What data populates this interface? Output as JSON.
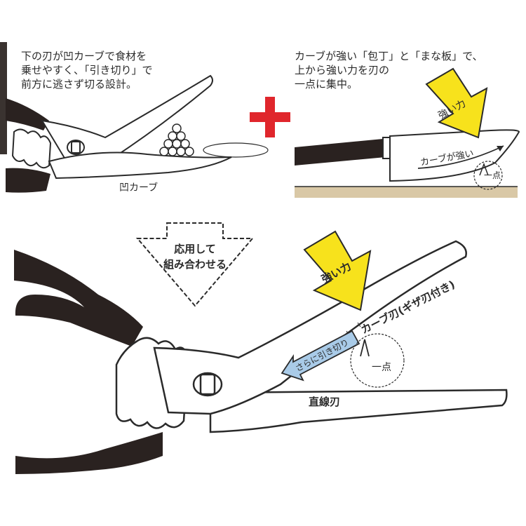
{
  "panel_top_left": {
    "caption_lines": [
      "下の刃が凹カーブで食材を",
      "乗せやすく、「引き切り」で",
      "前方に逃さず切る設計。"
    ],
    "label": "凹カーブ"
  },
  "panel_top_right": {
    "caption_lines": [
      "カーブが強い「包丁」と「まな板」で、",
      "上から強い力を刃の",
      "一点に集中。"
    ],
    "force_label": "強い力",
    "curve_label": "カーブが強い",
    "point_label": "一点"
  },
  "combine_arrow": {
    "lines": [
      "応用して",
      "組み合わせる"
    ]
  },
  "panel_bottom": {
    "force_label": "強い力",
    "curve_blade_label": "カーブ刃(ギザ刃付き)",
    "pull_cut_label": "さらに引き切り",
    "point_label": "一点",
    "straight_blade_label": "直線刃"
  },
  "colors": {
    "plus_sign": "#e0262c",
    "force_arrow": "#f7e21c",
    "pull_arrow": "#a9cbe8",
    "handle": "#2a2220",
    "board": "#d9c8a6"
  }
}
